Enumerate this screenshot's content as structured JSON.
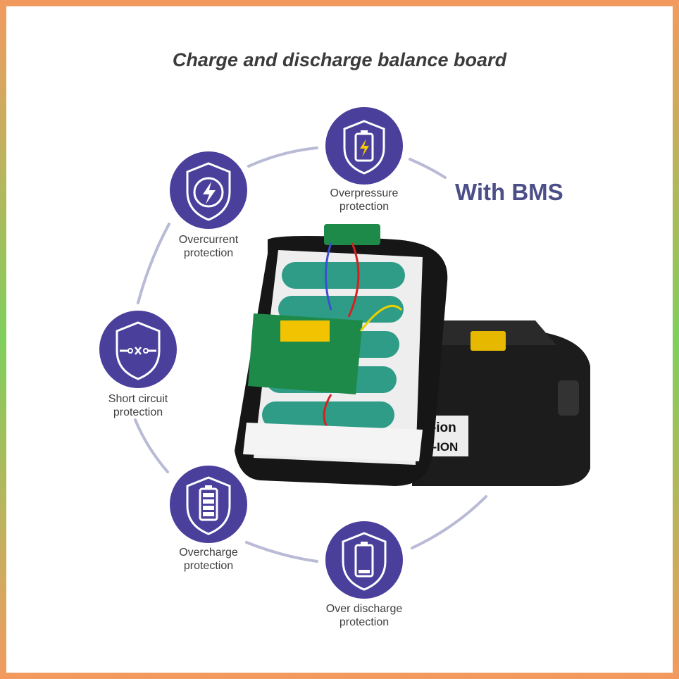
{
  "title": "Charge and discharge balance board",
  "badge": "With BMS",
  "features": [
    {
      "line1": "Overpressure",
      "line2": "protection",
      "icon": "battery-bolt-shield-icon"
    },
    {
      "line1": "Overcurrent",
      "line2": "protection",
      "icon": "lightning-shield-icon"
    },
    {
      "line1": "Short circuit",
      "line2": "protection",
      "icon": "short-circuit-shield-icon"
    },
    {
      "line1": "Overcharge",
      "line2": "protection",
      "icon": "full-battery-shield-icon"
    },
    {
      "line1": "Over discharge",
      "line2": "protection",
      "icon": "empty-battery-shield-icon"
    }
  ],
  "battery_labels": {
    "label1": "Li-ion",
    "label2": "UM-ION"
  },
  "colors": {
    "accent": "#4b3f9c",
    "arc": "#b9bbd6",
    "frame": "#f39a5e"
  }
}
